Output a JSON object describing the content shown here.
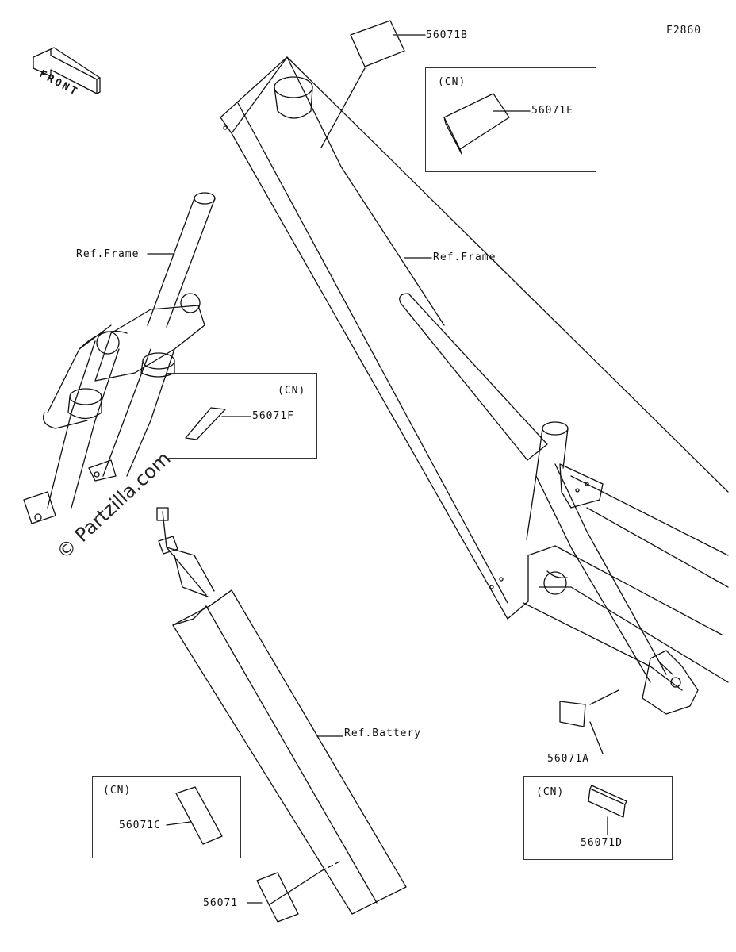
{
  "diagram_id": "F2860",
  "front_label": "FRONT",
  "watermark": "© Partzilla.com",
  "labels": {
    "p56071B": "56071B",
    "p56071E": "56071E",
    "p56071F": "56071F",
    "p56071A": "56071A",
    "p56071C": "56071C",
    "p56071D": "56071D",
    "p56071": "56071",
    "ref_frame_left": "Ref.Frame",
    "ref_frame_right": "Ref.Frame",
    "ref_battery": "Ref.Battery"
  },
  "region_tags": {
    "box_e": "(CN)",
    "box_f": "(CN)",
    "box_c": "(CN)",
    "box_d": "(CN)"
  },
  "colors": {
    "line": "#111111",
    "background": "#ffffff"
  }
}
